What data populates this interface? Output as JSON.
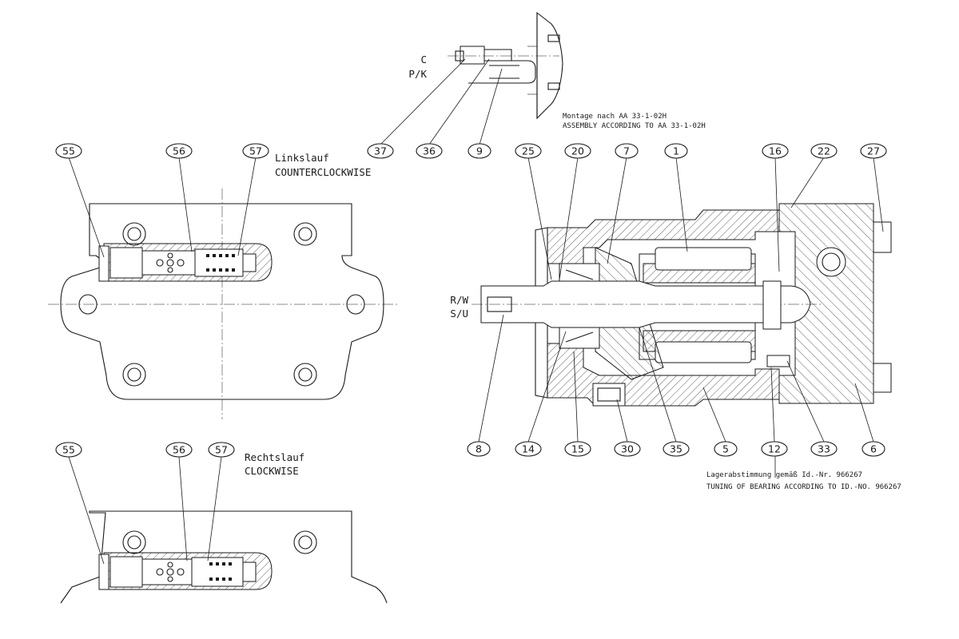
{
  "labels": {
    "port_c": "C",
    "port_pk": "P/K",
    "assembly_de": "Montage nach AA 33-1-02H",
    "assembly_en": "ASSEMBLY ACCORDING TO AA 33-1-02H",
    "ccw_de": "Linkslauf",
    "ccw_en": "COUNTERCLOCKWISE",
    "cw_de": "Rechtslauf",
    "cw_en": "CLOCKWISE",
    "rotation_rw": "R/W",
    "rotation_su": "S/U",
    "tuning_de": "Lagerabstimmung gemäß Id.-Nr. 966267",
    "tuning_en": "TUNING OF BEARING ACCORDING TO ID.-NO. 966267"
  },
  "callouts": {
    "c37": "37",
    "c36": "36",
    "c9": "9",
    "c55a": "55",
    "c56a": "56",
    "c57a": "57",
    "c55b": "55",
    "c56b": "56",
    "c57b": "57",
    "c25": "25",
    "c20": "20",
    "c7": "7",
    "c1": "1",
    "c16": "16",
    "c22": "22",
    "c27": "27",
    "c8": "8",
    "c14": "14",
    "c15": "15",
    "c30": "30",
    "c35": "35",
    "c5": "5",
    "c12": "12",
    "c33": "33",
    "c6": "6"
  }
}
